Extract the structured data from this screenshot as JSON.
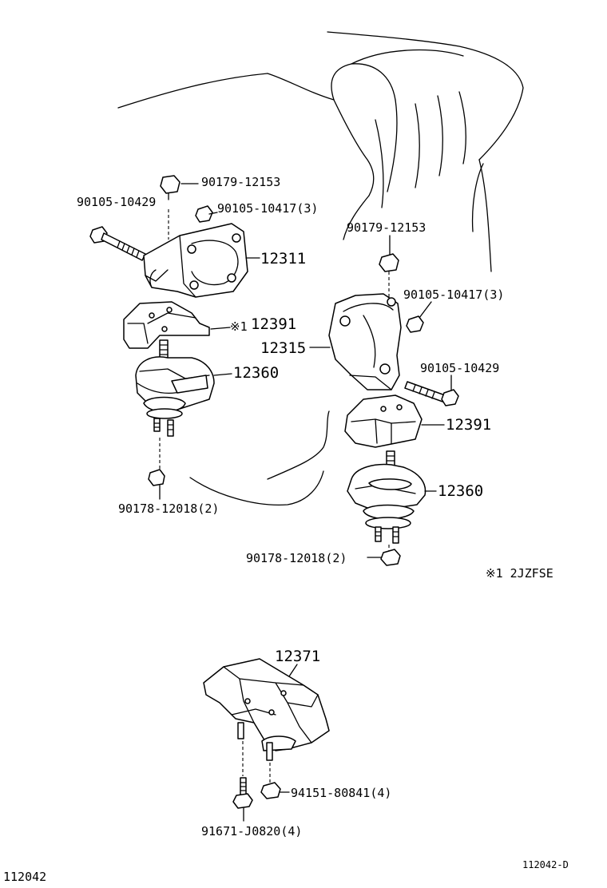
{
  "labels": {
    "l_90179_12153_a": "90179-12153",
    "l_90105_10429_a": "90105-10429",
    "l_90105_10417_a": "90105-10417(3)",
    "l_12311": "12311",
    "l_12391_a": "12391",
    "l_12391_note": "※1",
    "l_12360_a": "12360",
    "l_90178_12018_a": "90178-12018(2)",
    "l_90179_12153_b": "90179-12153",
    "l_90105_10417_b": "90105-10417(3)",
    "l_12315": "12315",
    "l_90105_10429_b": "90105-10429",
    "l_12391_b": "12391",
    "l_12360_b": "12360",
    "l_90178_12018_b": "90178-12018(2)",
    "l_footnote": "※1 2JZFSE",
    "l_12371": "12371",
    "l_94151_80841": "94151-80841(4)",
    "l_91671_J0820": "91671-J0820(4)",
    "l_fig_no": "112042",
    "l_fig_code": "112042-D"
  }
}
